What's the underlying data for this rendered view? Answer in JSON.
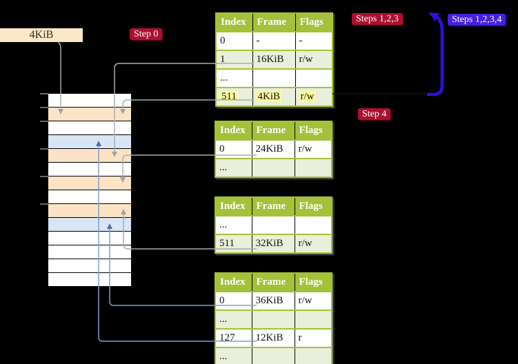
{
  "labels": {
    "page_size_label": "4KiB"
  },
  "badges": {
    "step0": {
      "text": "Step 0",
      "color": "#ac1030"
    },
    "steps123": {
      "text": "Steps 1,2,3",
      "color": "#ac1030"
    },
    "steps1234": {
      "text": "Steps 1,2,3,4",
      "color": "#4620de"
    },
    "step4": {
      "text": "Step 4",
      "color": "#ac1030"
    }
  },
  "table_columns": [
    "Index",
    "Frame",
    "Flags"
  ],
  "tables": {
    "level1": {
      "rows": [
        [
          "0",
          "-",
          "-"
        ],
        [
          "1",
          "16KiB",
          "r/w"
        ],
        [
          "...",
          "",
          ""
        ],
        [
          "511",
          "4KiB",
          "r/w"
        ]
      ],
      "highlighted_row": "511"
    },
    "level2": {
      "rows": [
        [
          "0",
          "24KiB",
          "r/w"
        ],
        [
          "...",
          "",
          ""
        ]
      ]
    },
    "level3": {
      "rows": [
        [
          "...",
          "",
          ""
        ],
        [
          "511",
          "32KiB",
          "r/w"
        ]
      ]
    },
    "level4": {
      "rows": [
        [
          "0",
          "36KiB",
          "r/w"
        ],
        [
          "...",
          "",
          ""
        ],
        [
          "127",
          "12KiB",
          "r"
        ],
        [
          "...",
          "",
          ""
        ]
      ]
    }
  },
  "memory_strip": {
    "row_size": "4KiB",
    "row_colors": [
      "white",
      "wheat",
      "white",
      "blue",
      "wheat",
      "white",
      "wheat",
      "white",
      "wheat",
      "blue",
      "white",
      "white",
      "white",
      "white"
    ]
  },
  "connectors": [
    {
      "from": "page-size-label",
      "to": "frame-4KiB",
      "style": "gray"
    },
    {
      "from": "level1-row-1",
      "to": "frame-16KiB",
      "style": "gray"
    },
    {
      "from": "level1-row-511",
      "to": "frame-4KiB",
      "style": "gray"
    },
    {
      "from": "level2-row-0",
      "to": "frame-24KiB",
      "style": "gray"
    },
    {
      "from": "level3-row-511",
      "to": "frame-32KiB",
      "style": "gray"
    },
    {
      "from": "level4-row-0",
      "to": "frame-36KiB",
      "style": "blue"
    },
    {
      "from": "level4-row-127",
      "to": "frame-12KiB",
      "style": "blue"
    },
    {
      "from": "level1-table-right",
      "to": "steps-123-label",
      "style": "thick-violet"
    }
  ],
  "colors": {
    "background": "#000000",
    "table_header_green": "#a3c139",
    "table_row_green": "#e9efda",
    "highlight_yellow": "#fcfa9c",
    "strip_wheat": "#fce3c5",
    "strip_blue": "#d9e5f4",
    "wire_gray": "#acacac",
    "wire_blue": "#7c9fd0",
    "arrow_violet": "#2f10e2"
  }
}
